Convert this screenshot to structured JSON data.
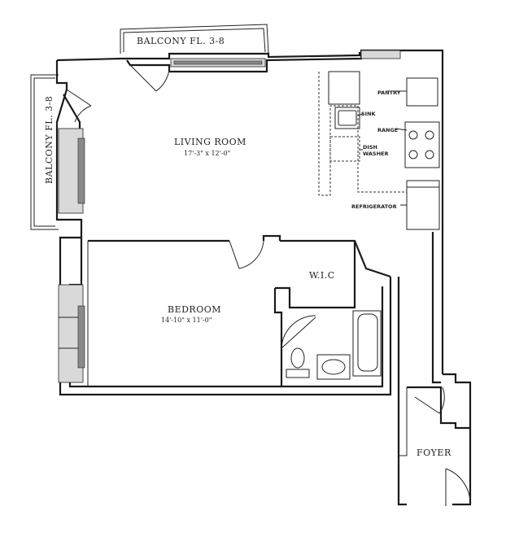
{
  "rooms": {
    "living": {
      "name": "LIVING ROOM",
      "dims": "17'-3\" x 12'-0\""
    },
    "bedroom": {
      "name": "BEDROOM",
      "dims": "14'-10\" x 11'-0\""
    },
    "wic": {
      "name": "W.I.C"
    },
    "foyer": {
      "name": "FOYER"
    },
    "balcony_top": {
      "name": "BALCONY FL. 3-8"
    },
    "balcony_left": {
      "name": "BALCONY FL. 3-8"
    }
  },
  "kitchen": {
    "pantry": "PANTRY",
    "sink": "SINK",
    "range": "RANGE",
    "dishwasher_line1": "DISH",
    "dishwasher_line2": "WASHER",
    "refrigerator": "REFRIGERATOR"
  }
}
